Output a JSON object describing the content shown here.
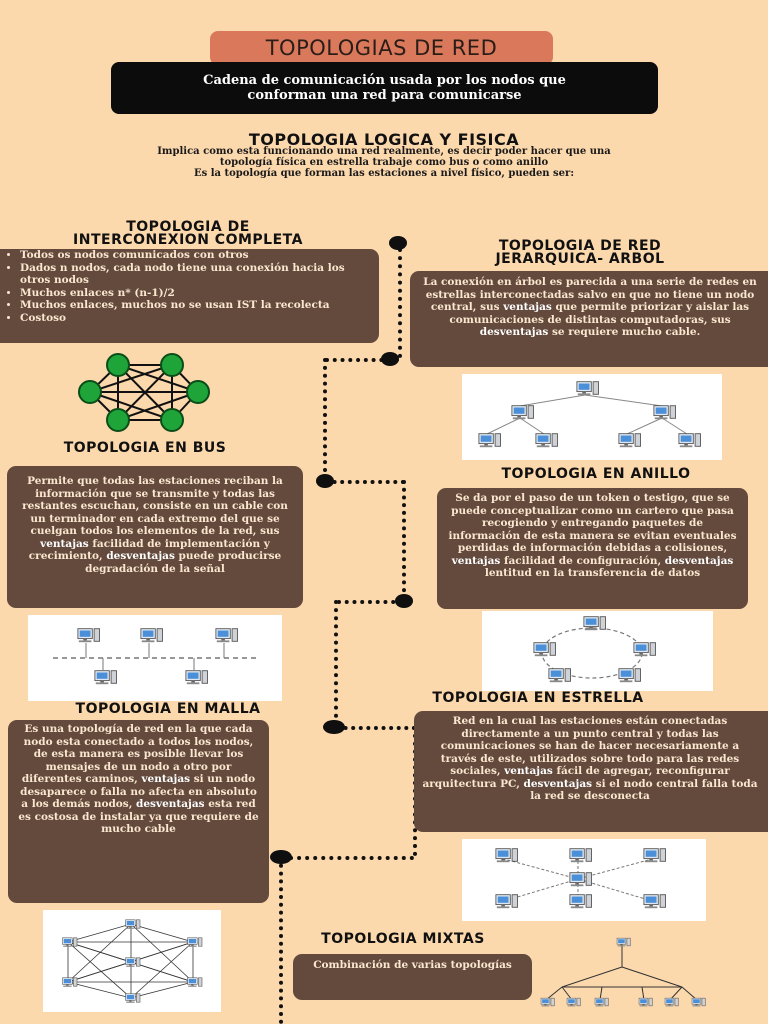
{
  "header": {
    "title": "TOPOLOGIAS DE RED",
    "subtitle_line1": "Cadena de comunicación usada por los nodos que",
    "subtitle_line2": "conforman una red para comunicarse"
  },
  "logica_fisica": {
    "title": "TOPOLOGIA LOGICA Y FISICA",
    "line1": "Implica como esta funcionando una red realmente, es decir poder hacer que una",
    "line2": "topología física en estrella trabaje como bus o como anillo",
    "line3": "Es la topología que forman las estaciones a nivel físico, pueden ser:"
  },
  "interconexion": {
    "title_line1": "TOPOLOGIA DE",
    "title_line2": "INTERCONEXION COMPLETA",
    "items": [
      "Todos os nodos comunicados con otros",
      "Dados n nodos, cada nodo tiene una conexión hacia los otros nodos",
      "Muchos enlaces n* (n-1)/2",
      "Muchos enlaces, muchos no se usan IST la recolecta",
      "Costoso"
    ]
  },
  "jerarquica": {
    "title_line1": "TOPOLOGIA DE RED",
    "title_line2": "JERARQUICA- ARBOL",
    "text_a": "La conexión en árbol es parecida a una serie de redes en estrellas interconectadas salvo en que no tiene un nodo central, sus ",
    "ventajas": "ventajas",
    "text_b": " que permite priorizar y aislar las comunicaciones de distintas computadoras, sus ",
    "desventajas": "desventajas",
    "text_c": " se requiere mucho cable."
  },
  "bus": {
    "title": "TOPOLOGIA EN BUS",
    "text_a": "Permite que todas las estaciones reciban la información que se transmite y todas las restantes escuchan, consiste en un cable con un terminador en cada extremo del que se cuelgan todos los elementos de la red, sus ",
    "ventajas": "ventajas",
    "text_b": " facilidad de implementación y crecimiento, ",
    "desventajas": "desventajas",
    "text_c": " puede producirse degradación de la señal"
  },
  "anillo": {
    "title": "TOPOLOGIA EN ANILLO",
    "text_a": "Se da por el paso de un token o testigo, que se puede conceptualizar como un cartero que pasa recogiendo  y entregando paquetes de información de esta manera se evitan eventuales perdidas de información debidas a colisiones, ",
    "ventajas": "ventajas",
    "text_b": " facilidad de configuración, ",
    "desventajas": "desventajas",
    "text_c": " lentitud en la transferencia de datos"
  },
  "malla": {
    "title": "TOPOLOGIA EN MALLA",
    "text_a": "Es una topología de red en la que cada nodo esta conectado a todos los nodos, de esta manera es posible llevar los mensajes de un nodo a otro por diferentes caminos, ",
    "ventajas": "ventajas",
    "text_b": " si un nodo desaparece o falla no afecta en absoluto a los demás nodos, ",
    "desventajas": "desventajas",
    "text_c": " esta red es costosa de instalar ya que requiere de mucho cable"
  },
  "estrella": {
    "title": "TOPOLOGIA EN ESTRELLA",
    "text_a": "Red en la cual las estaciones están conectadas directamente a un punto central y todas las comunicaciones se han de hacer necesariamente a través de este, utilizados sobre todo para las redes sociales, ",
    "ventajas": "ventajas",
    "text_b": " fácil de agregar, reconfigurar arquitectura PC, ",
    "desventajas": "desventajas",
    "text_c": " si el nodo central falla toda la red se desconecta"
  },
  "mixtas": {
    "title": "TOPOLOGIA MIXTAS",
    "text": "Combinación de varias topologías"
  },
  "colors": {
    "background": "#fcd8ad",
    "title_pill": "#d9785a",
    "card": "#634a3d",
    "node_green": "#1fa43a"
  }
}
